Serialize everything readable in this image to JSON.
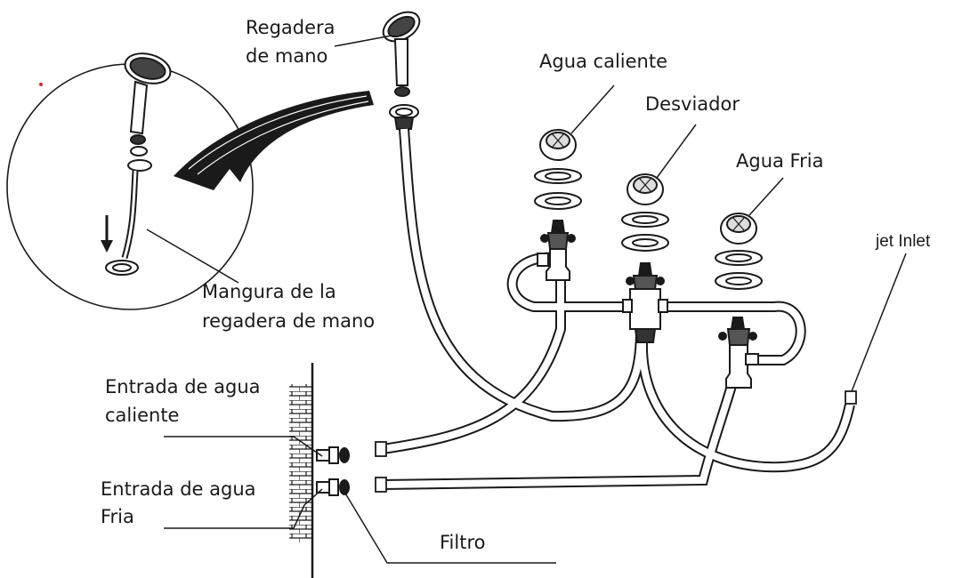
{
  "labels": {
    "regadera_line1": "Regadera",
    "regadera_line2": "de mano",
    "agua_caliente": "Agua caliente",
    "desviador": "Desviador",
    "agua_fria": "Agua Fria",
    "jet_inlet": "jet Inlet",
    "manguera_line1": "Mangura de la",
    "manguera_line2": "regadera de mano",
    "entrada_caliente_line1": "Entrada de agua",
    "entrada_caliente_line2": "caliente",
    "entrada_fria_line1": "Entrada de agua",
    "entrada_fria_line2": "Fria",
    "filtro": "Filtro"
  },
  "colors": {
    "line": "#1a1a1a",
    "background": "#ffffff",
    "dot": "#d9282f"
  }
}
